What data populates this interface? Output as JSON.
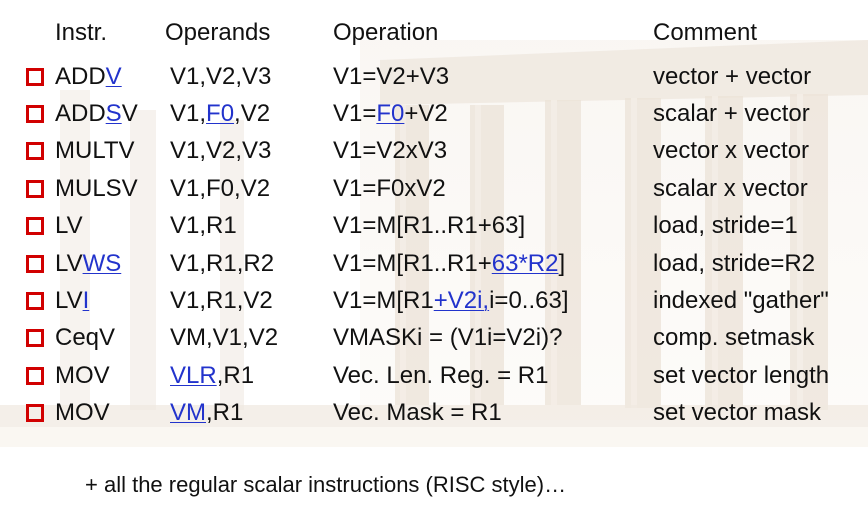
{
  "headers": {
    "instr": "Instr.",
    "operands": "Operands",
    "operation": "Operation",
    "comment": "Comment"
  },
  "rows": [
    {
      "instr_parts": [
        {
          "text": "ADD"
        },
        {
          "text": "V",
          "link": true
        }
      ],
      "operand_parts": [
        {
          "text": "V1,V2,V3"
        }
      ],
      "operation_parts": [
        {
          "text": "V1=V2+V3"
        }
      ],
      "comment": "vector + vector"
    },
    {
      "instr_parts": [
        {
          "text": "ADD"
        },
        {
          "text": "S",
          "link": true
        },
        {
          "text": "V"
        }
      ],
      "operand_parts": [
        {
          "text": "V1,"
        },
        {
          "text": "F0",
          "link": true
        },
        {
          "text": ",V2"
        }
      ],
      "operation_parts": [
        {
          "text": "V1="
        },
        {
          "text": "F0",
          "link": true
        },
        {
          "text": "+V2"
        }
      ],
      "comment": "scalar + vector"
    },
    {
      "instr_parts": [
        {
          "text": "MULTV"
        }
      ],
      "operand_parts": [
        {
          "text": "V1,V2,V3"
        }
      ],
      "operation_parts": [
        {
          "text": "V1=V2xV3"
        }
      ],
      "comment": "vector x vector"
    },
    {
      "instr_parts": [
        {
          "text": "MULSV"
        }
      ],
      "operand_parts": [
        {
          "text": "V1,F0,V2"
        }
      ],
      "operation_parts": [
        {
          "text": "V1=F0xV2"
        }
      ],
      "comment": "scalar x vector"
    },
    {
      "instr_parts": [
        {
          "text": "LV"
        }
      ],
      "operand_parts": [
        {
          "text": "V1,R1"
        }
      ],
      "operation_parts": [
        {
          "text": "V1=M[R1..R1+63]"
        }
      ],
      "comment": "load, stride=1"
    },
    {
      "instr_parts": [
        {
          "text": "LV"
        },
        {
          "text": "WS",
          "link": true
        }
      ],
      "operand_parts": [
        {
          "text": "V1,R1,R2"
        }
      ],
      "operation_parts": [
        {
          "text": "V1=M[R1..R1+"
        },
        {
          "text": "63*R2",
          "link": true
        },
        {
          "text": "]"
        }
      ],
      "comment": "load, stride=R2"
    },
    {
      "instr_parts": [
        {
          "text": "LV"
        },
        {
          "text": "I",
          "link": true
        }
      ],
      "operand_parts": [
        {
          "text": "V1,R1,V2"
        }
      ],
      "operation_parts": [
        {
          "text": "V1=M[R1"
        },
        {
          "text": "+V2i,",
          "link": true
        },
        {
          "text": "i=0..63]"
        }
      ],
      "comment": "indexed \"gather\""
    },
    {
      "instr_parts": [
        {
          "text": "CeqV"
        }
      ],
      "operand_parts": [
        {
          "text": "VM,V1,V2"
        }
      ],
      "operation_parts": [
        {
          "text": "VMASKi = (V1i=V2i)?"
        }
      ],
      "comment": "comp. setmask"
    },
    {
      "instr_parts": [
        {
          "text": "MOV"
        }
      ],
      "operand_parts": [
        {
          "text": "VLR",
          "link": true
        },
        {
          "text": ",R1"
        }
      ],
      "operation_parts": [
        {
          "text": "Vec. Len. Reg. = R1"
        }
      ],
      "comment": "set vector length"
    },
    {
      "instr_parts": [
        {
          "text": "MOV"
        }
      ],
      "operand_parts": [
        {
          "text": "VM",
          "link": true
        },
        {
          "text": ",R1"
        }
      ],
      "operation_parts": [
        {
          "text": "Vec. Mask = R1"
        }
      ],
      "comment": "set vector mask"
    }
  ],
  "footer": "+ all the regular scalar instructions (RISC style)…",
  "colors": {
    "bullet": "#d10000",
    "link": "#2233cc",
    "text": "#111111"
  },
  "icons": {
    "bullet": "hollow-square-bullet-icon"
  }
}
